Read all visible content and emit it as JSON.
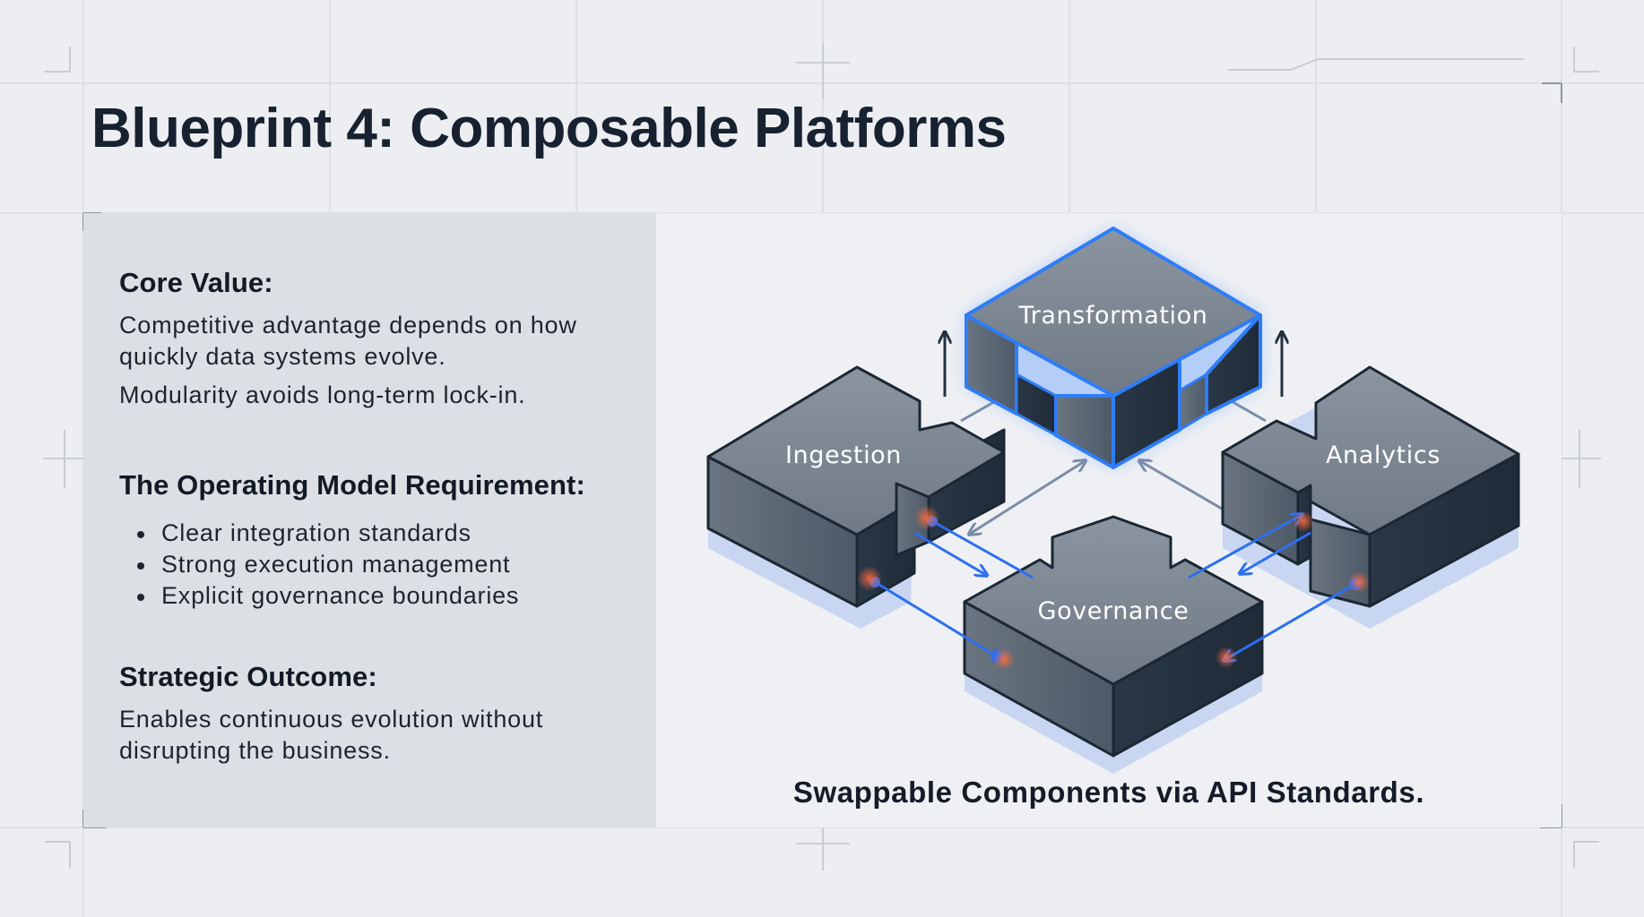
{
  "title": "Blueprint 4: Composable Platforms",
  "sections": {
    "core_value": {
      "heading": "Core Value:",
      "paragraphs": [
        "Competitive advantage depends on how quickly data systems evolve.",
        "Modularity avoids long-term lock-in."
      ]
    },
    "operating_model": {
      "heading": "The Operating Model Requirement:",
      "bullets": [
        "Clear integration standards",
        "Strong execution management",
        "Explicit governance boundaries"
      ]
    },
    "outcome": {
      "heading": "Strategic Outcome:",
      "paragraph": "Enables continuous evolution without disrupting the business."
    }
  },
  "diagram": {
    "blocks": [
      {
        "id": "transformation",
        "label": "Transformation",
        "highlighted": true
      },
      {
        "id": "ingestion",
        "label": "Ingestion",
        "highlighted": false
      },
      {
        "id": "analytics",
        "label": "Analytics",
        "highlighted": false
      },
      {
        "id": "governance",
        "label": "Governance",
        "highlighted": false
      }
    ],
    "caption": "Swappable Components via API Standards.",
    "colors": {
      "block_top": "#7c8792",
      "block_side_light": "#5c6773",
      "block_side_dark": "#243140",
      "outline": "#1b2733",
      "highlight": "#2f7df6",
      "connector": "#2d6ff0",
      "arrow_gray": "#7a8ca8"
    }
  }
}
